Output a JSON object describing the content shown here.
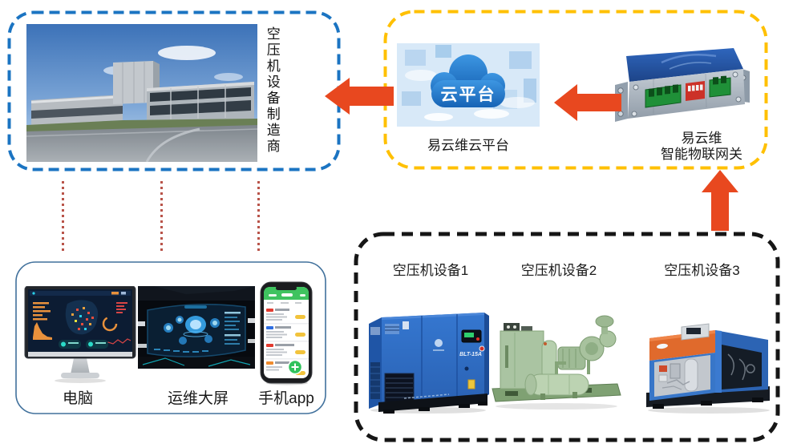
{
  "colors": {
    "manufacturer_border": "#1b74c2",
    "platform_border": "#ffc000",
    "equipment_border": "#161616",
    "clients_border": "#41719c",
    "arrow": "#e8481f",
    "dotted_connector": "#b9544a"
  },
  "manufacturer": {
    "label": "空压机设备制造商",
    "image": "factory-building-photo"
  },
  "platform": {
    "cloud": {
      "badge_text": "云平台",
      "label": "易云维云平台"
    },
    "gateway": {
      "label_line1": "易云维",
      "label_line2": "智能物联网关"
    }
  },
  "clients": {
    "items": [
      {
        "label": "电脑",
        "image": "desktop-monitor-dashboard"
      },
      {
        "label": "运维大屏",
        "image": "control-room-big-screen"
      },
      {
        "label": "手机app",
        "image": "smartphone-app"
      }
    ]
  },
  "equipment": {
    "items": [
      {
        "label": "空压机设备1",
        "image": "blue-cabinet-compressor",
        "model": "BLT-15A"
      },
      {
        "label": "空压机设备2",
        "image": "green-skid-compressor"
      },
      {
        "label": "空压机设备3",
        "image": "blue-orange-compressor"
      }
    ]
  }
}
